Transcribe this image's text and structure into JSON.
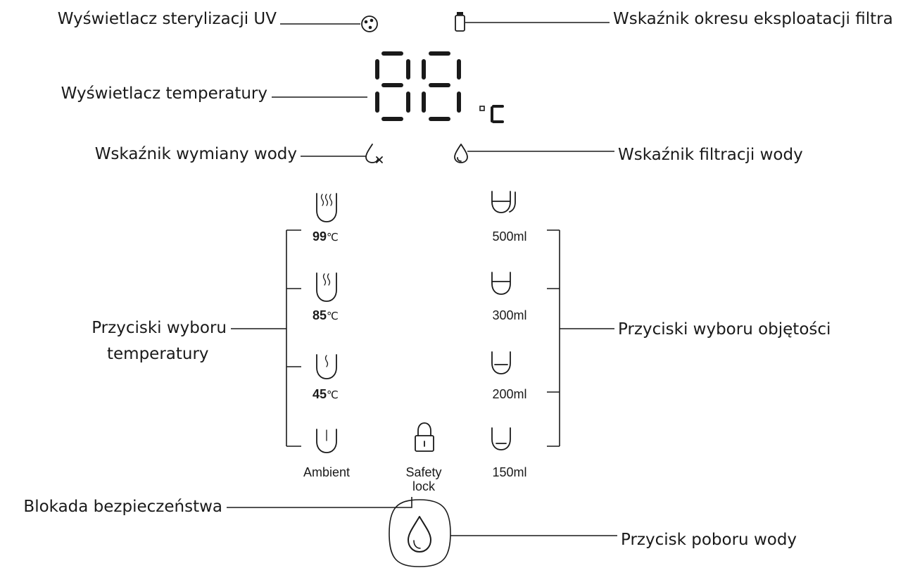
{
  "callouts": {
    "uv_display": "Wyświetlacz sterylizacji UV",
    "filter_life": "Wskaźnik okresu eksploatacji filtra",
    "temperature_display": "Wyświetlacz temperatury",
    "water_change": "Wskaźnik wymiany wody",
    "water_filtration": "Wskaźnik filtracji wody",
    "temp_buttons_line1": "Przyciski wyboru",
    "temp_buttons_line2": "temperatury",
    "volume_buttons": "Przyciski wyboru objętości",
    "safety_lock": "Blokada bezpieczeństwa",
    "dispense_button": "Przycisk poboru wody"
  },
  "display": {
    "unit_symbol": "°C"
  },
  "temperature_buttons": [
    {
      "value": "99",
      "unit": "℃",
      "icon": "cup-three-steam-icon"
    },
    {
      "value": "85",
      "unit": "℃",
      "icon": "cup-two-steam-icon"
    },
    {
      "value": "45",
      "unit": "℃",
      "icon": "cup-one-steam-icon"
    },
    {
      "label": "Ambient",
      "icon": "cup-ambient-icon"
    }
  ],
  "volume_buttons": [
    {
      "label": "500ml",
      "icon": "cup-full-icon"
    },
    {
      "label": "300ml",
      "icon": "cup-level-high-icon"
    },
    {
      "label": "200ml",
      "icon": "cup-level-mid-icon"
    },
    {
      "label": "150ml",
      "icon": "cup-level-low-icon"
    }
  ],
  "safety_lock_button": {
    "label_line1": "Safety",
    "label_line2": "lock",
    "icon": "padlock-icon"
  },
  "dispense_button": {
    "icon": "water-drop-icon"
  },
  "icons": {
    "uv": "uv-sterilization-icon",
    "filter": "filter-life-icon",
    "water_change": "water-change-drop-icon",
    "water_filter": "water-filtration-drop-icon"
  }
}
